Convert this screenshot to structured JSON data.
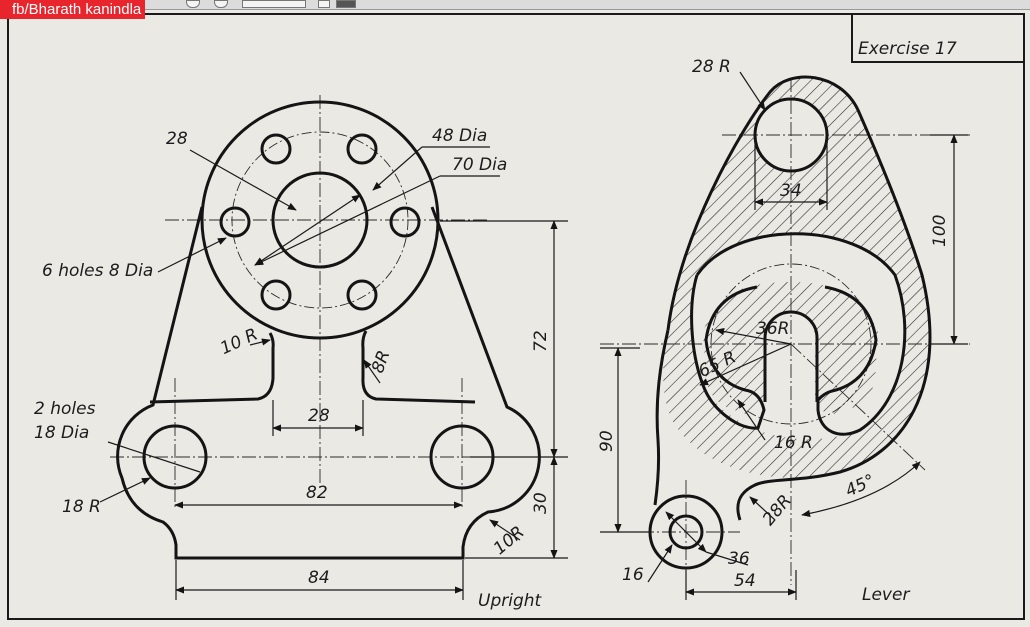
{
  "credit": "fb/Bharath kanindla",
  "exercise_title": "Exercise  17",
  "upright": {
    "caption": "Upright",
    "labels": {
      "d28": "28",
      "d48": "48 Dia",
      "d70": "70 Dia",
      "holes6": "6 holes 8 Dia",
      "r10a": "10 R",
      "r8": "8R",
      "w28": "28",
      "h72": "72",
      "holes2a": "2 holes",
      "holes2b": "18 Dia",
      "r18": "18 R",
      "w82": "82",
      "h30": "30",
      "r10b": "10R",
      "w84": "84"
    }
  },
  "lever": {
    "caption": "Lever",
    "labels": {
      "r28top": "28 R",
      "w34": "34",
      "h100": "100",
      "r36": "36R",
      "r65": "65 R",
      "r16": "16 R",
      "h90": "90",
      "a45": "45°",
      "r28b": "28R",
      "d36": "36",
      "d16": "16",
      "w54": "54"
    }
  },
  "colors": {
    "credit_bg": "#e8242c",
    "paper": "#ebe9e4",
    "ink": "#141414"
  }
}
